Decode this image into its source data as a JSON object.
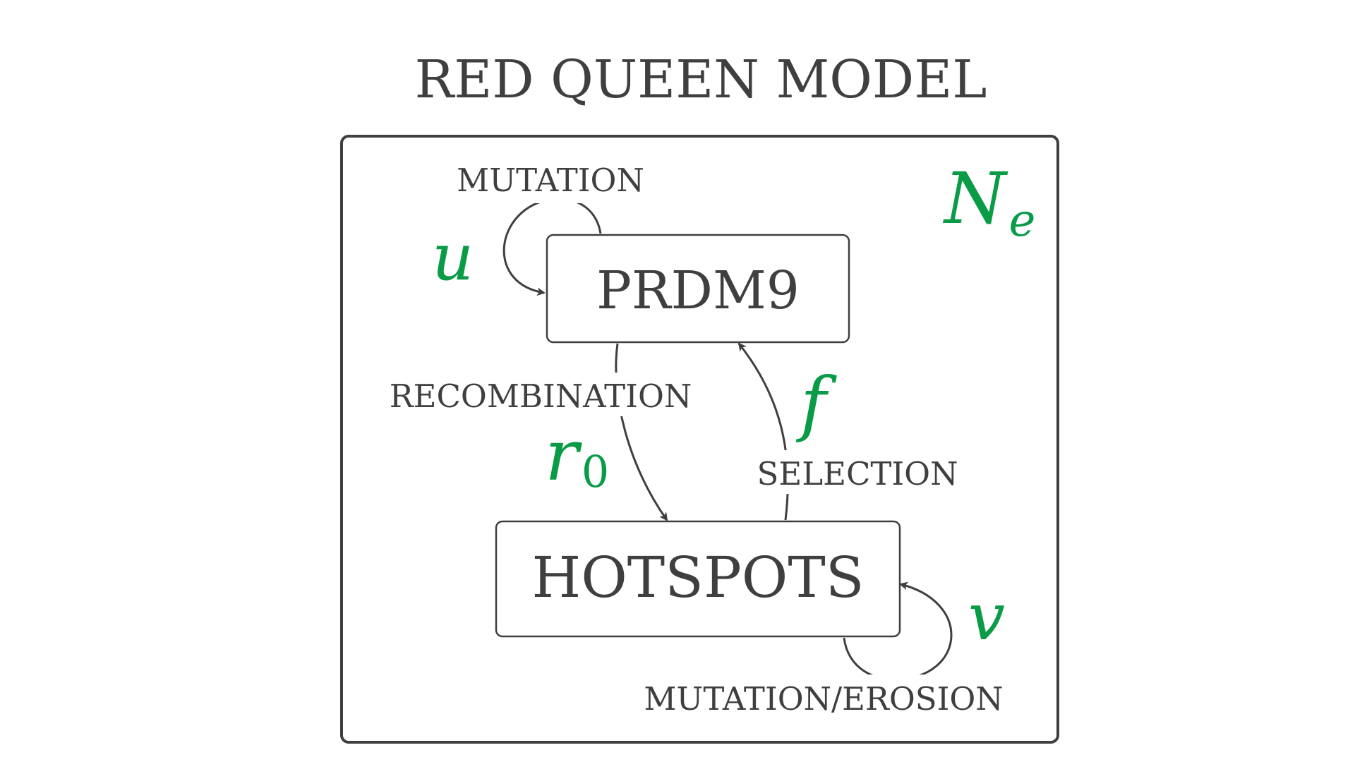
{
  "diagram": {
    "title": "RED QUEEN MODEL",
    "population_param": {
      "symbol": "N",
      "subscript": "e"
    },
    "nodes": {
      "prdm9": {
        "label": "PRDM9"
      },
      "hotspots": {
        "label": "HOTSPOTS"
      }
    },
    "edges": {
      "mutation": {
        "label": "MUTATION",
        "param": "u"
      },
      "recombination": {
        "label": "RECOMBINATION",
        "param_symbol": "r",
        "param_subscript": "0"
      },
      "selection": {
        "label": "SELECTION",
        "param": "f"
      },
      "erosion": {
        "label": "MUTATION/EROSION",
        "param": "v"
      }
    },
    "colors": {
      "ink": "#3f3f3f",
      "parameter": "#0a9b46"
    }
  }
}
